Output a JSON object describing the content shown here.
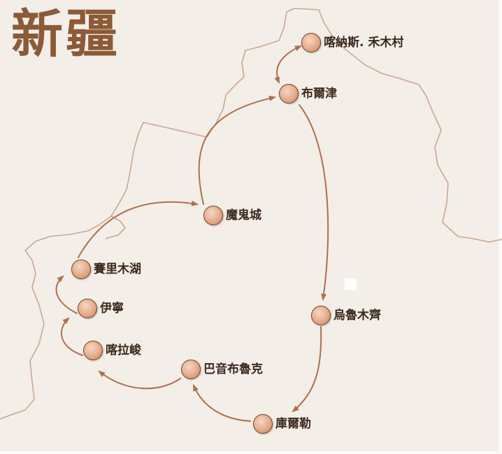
{
  "title": "新疆",
  "colors": {
    "background": "#f3eee8",
    "title": "#8b5a37",
    "route_arrow": "#a9724d",
    "border_line": "#c9a890",
    "stop_fill": "#e4ab8a",
    "stop_outline": "#6e4329",
    "label": "#3a291d"
  },
  "stops": [
    {
      "label": "喀納斯. 禾木村"
    },
    {
      "label": "布爾津"
    },
    {
      "label": "魔鬼城"
    },
    {
      "label": "賽里木湖"
    },
    {
      "label": "伊寧"
    },
    {
      "label": "喀拉峻"
    },
    {
      "label": "巴音布魯克"
    },
    {
      "label": "烏魯木齊"
    },
    {
      "label": "庫爾勒"
    }
  ]
}
